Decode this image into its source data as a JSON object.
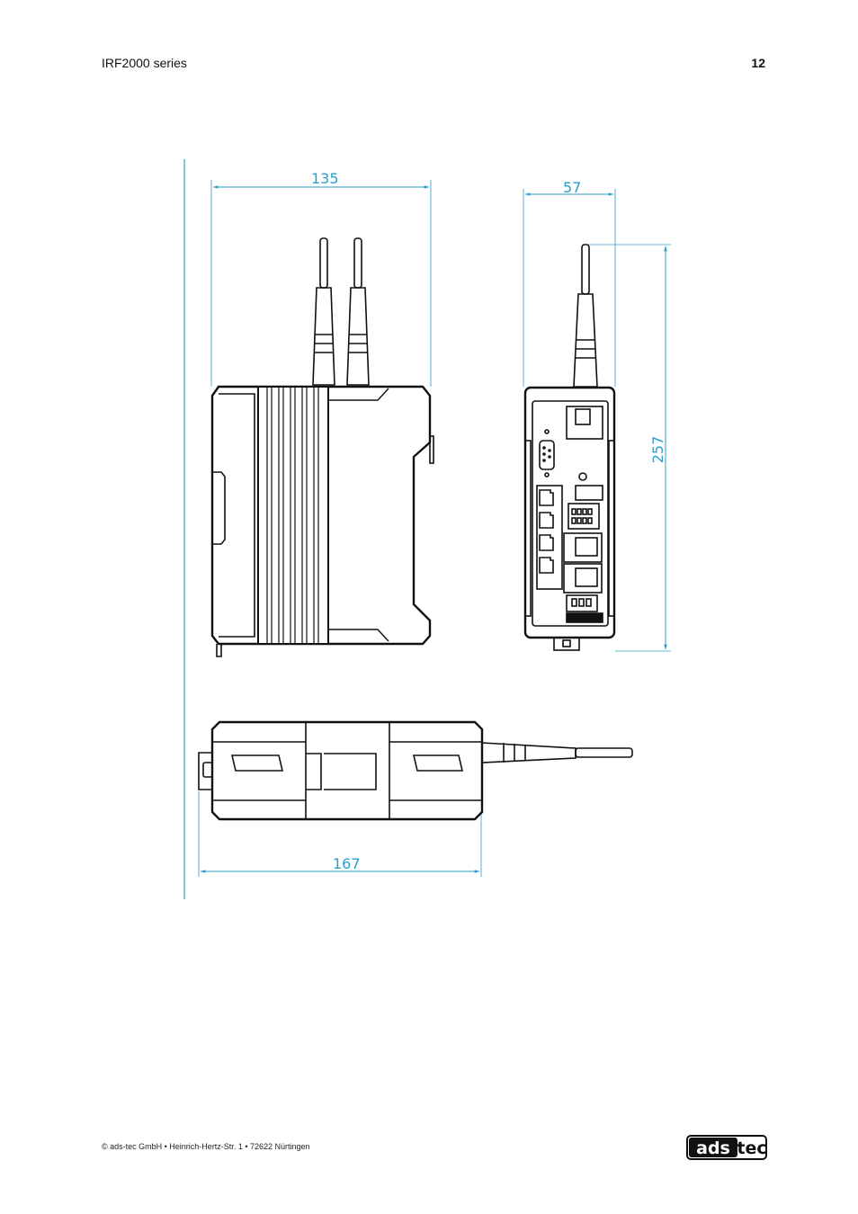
{
  "header": {
    "title": "IRF2000 series",
    "page_number": "12"
  },
  "dimensions": {
    "width_front": "135",
    "depth_side": "57",
    "height_side": "257",
    "length_top": "167"
  },
  "footer": {
    "text": "© ads-tec GmbH • Heinrich-Hertz-Str. 1 • 72622 Nürtingen"
  },
  "logo": {
    "text": "adstec"
  },
  "colors": {
    "dimension": "#2a9fc9",
    "drawing": "#111111"
  }
}
